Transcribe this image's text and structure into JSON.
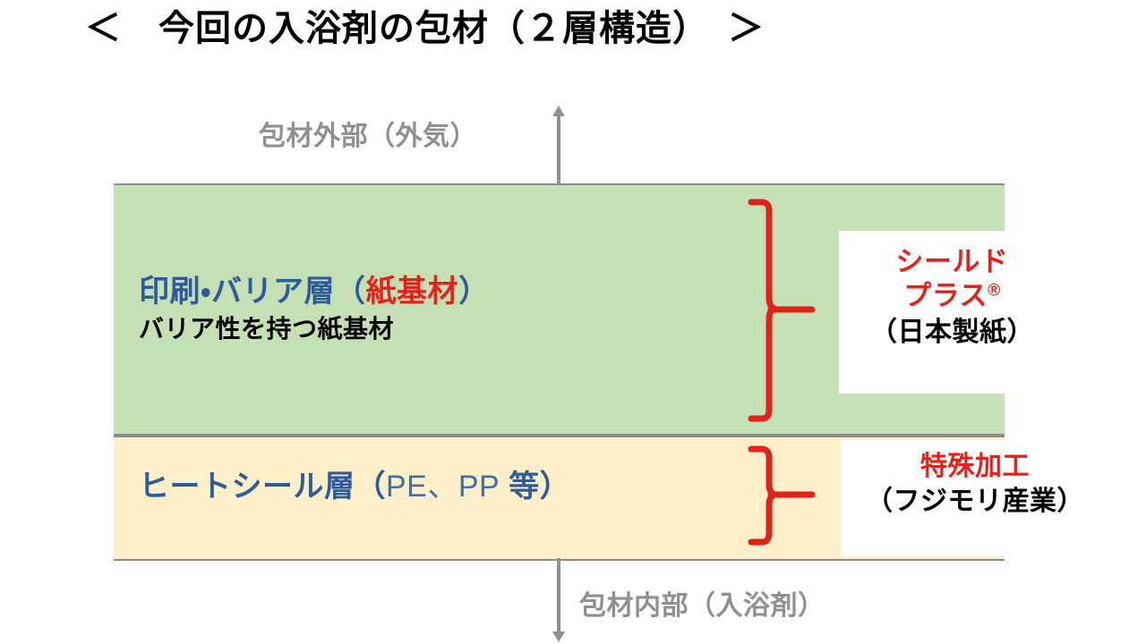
{
  "title": "＜　今回の入浴剤の包材（２層構造）　＞",
  "environment": {
    "outer_label": "包材外部（外気）",
    "inner_label": "包材内部（入浴剤）",
    "label_color": "#909090"
  },
  "layers": [
    {
      "id": "print-barrier",
      "fill": "#C5E0B4",
      "title_prefix": "印刷・バリア層（",
      "title_highlight": "紙基材",
      "title_suffix": "）",
      "subtitle": "バリア性を持つ紙基材",
      "title_color": "#2E5C9A",
      "highlight_color": "#E8201A"
    },
    {
      "id": "heat-seal",
      "fill": "#FDEFC9",
      "title_prefix": "ヒートシール層（",
      "title_highlight": "PE、PP",
      "title_suffix": " 等）",
      "subtitle": "",
      "title_color": "#2E5C9A",
      "highlight_color": "#45709E"
    }
  ],
  "callouts": [
    {
      "id": "shield-plus",
      "brand_line1": "シールド",
      "brand_line2": "プラス",
      "registered_mark": "®",
      "maker": "（日本製紙）",
      "brand_color": "#E8201A",
      "maker_color": "#000000"
    },
    {
      "id": "special-processing",
      "brand_line1": "特殊加工",
      "maker": "（フジモリ産業）",
      "brand_color": "#E8201A",
      "maker_color": "#000000"
    }
  ],
  "brace_color": "#E32219"
}
